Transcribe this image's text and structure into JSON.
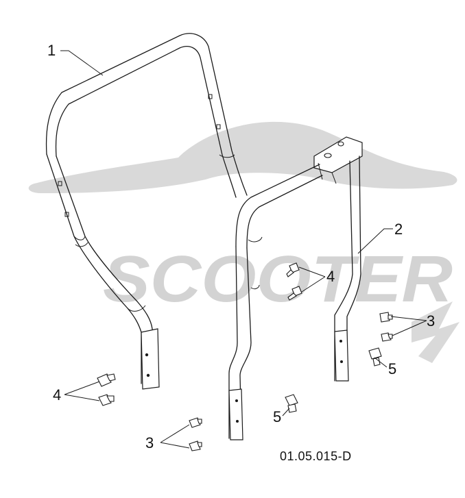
{
  "watermark": {
    "brand_text": "SCOOTER"
  },
  "callouts": {
    "c1": "1",
    "c2": "2",
    "c3_right": "3",
    "c3_bottom": "3",
    "c4_upper": "4",
    "c4_left": "4",
    "c5_right": "5",
    "c5_bottom": "5"
  },
  "diagram_code": "01.05.015-D",
  "colors": {
    "line": "#1a1a1a",
    "watermark": "#d9d9d9",
    "background": "#ffffff"
  }
}
